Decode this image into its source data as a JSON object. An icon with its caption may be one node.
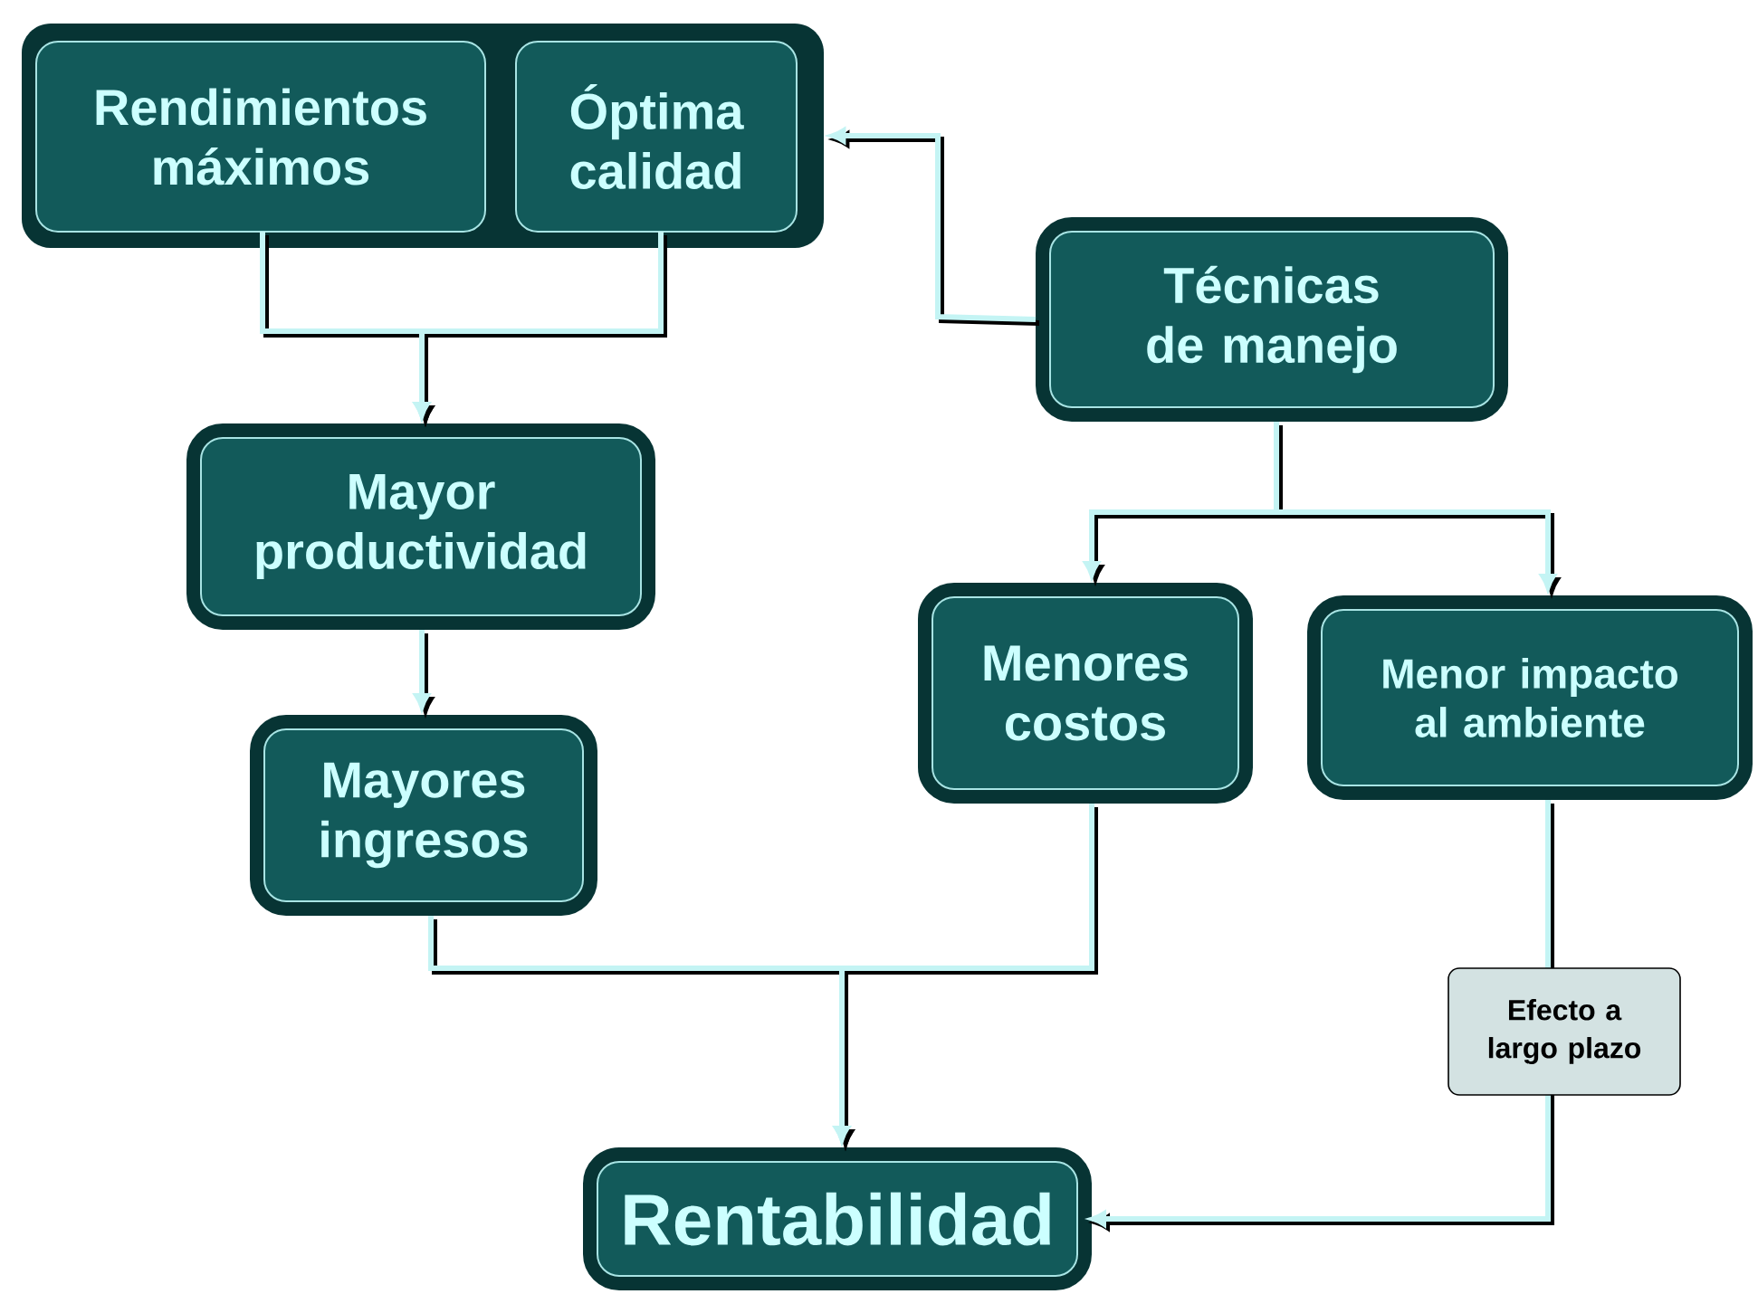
{
  "diagram": {
    "nodes": [
      {
        "text": [],
        "shape": "box"
      },
      {
        "text": [
          "Rendimientos máximos"
        ],
        "in": 0
      },
      {
        "text": [
          "Óptima calidad"
        ],
        "in": 0
      },
      {
        "text": [
          "Técnicas de manejo"
        ]
      },
      {
        "text": [
          "Mayor productividad"
        ]
      },
      {
        "text": [
          "Menores costos"
        ]
      },
      {
        "text": [
          "Menor impacto al ambiente"
        ]
      },
      {
        "text": [
          "Mayores ingresos"
        ]
      },
      {
        "text": [
          "Rentabilidad"
        ]
      }
    ],
    "edges": [
      {
        "from": 3,
        "to": 0,
        "arrow": "to"
      },
      {
        "from": 1,
        "to": 4,
        "arrow": "to"
      },
      {
        "from": 2,
        "to": 4,
        "arrow": "to"
      },
      {
        "from": 4,
        "to": 7,
        "arrow": "to"
      },
      {
        "from": 3,
        "to": 5,
        "arrow": "to"
      },
      {
        "from": 3,
        "to": 6,
        "arrow": "to"
      },
      {
        "from": 7,
        "to": 8,
        "arrow": "to"
      },
      {
        "from": 5,
        "to": 8,
        "arrow": "to"
      },
      {
        "from": 6,
        "to": 8,
        "arrow": "to",
        "label": "Efecto a largo plazo"
      }
    ]
  }
}
